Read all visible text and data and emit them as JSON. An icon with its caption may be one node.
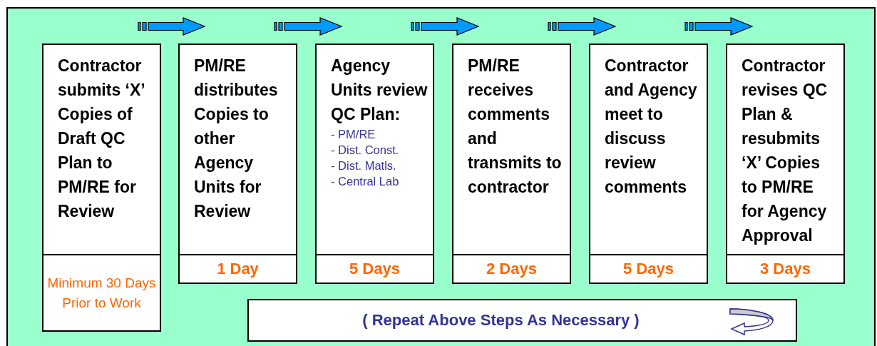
{
  "diagram": {
    "nodes": [
      {
        "text": [
          "Contractor submits ‘X’ Copies of Draft QC Plan to PM/RE for Review"
        ]
      },
      {
        "text": [
          "Minimum 30 Days Prior to Work"
        ]
      },
      {
        "text": [
          "PM/RE distributes Copies to other Agency Units for Review"
        ]
      },
      {
        "text": [
          "1 Day"
        ]
      },
      {
        "text": [
          "Agency Units review QC Plan:",
          "- PM/RE",
          "- Dist. Const.",
          "- Dist. Matls.",
          "- Central Lab"
        ]
      },
      {
        "text": [
          "5 Days"
        ]
      },
      {
        "text": [
          "PM/RE receives comments and transmits to contractor"
        ]
      },
      {
        "text": [
          "2 Days"
        ]
      },
      {
        "text": [
          "Contractor and Agency meet to discuss review comments"
        ]
      },
      {
        "text": [
          "5 Days"
        ]
      },
      {
        "text": [
          "Contractor revises QC Plan & resubmits ‘X’ Copies to PM/RE for Agency Approval"
        ]
      },
      {
        "text": [
          "3 Days"
        ]
      },
      {
        "text": [
          "( Repeat Above Steps As Necessary )"
        ]
      }
    ],
    "edges": [
      {
        "from": 0,
        "to": 2,
        "arrow": "to"
      },
      {
        "from": 2,
        "to": 4,
        "arrow": "to"
      },
      {
        "from": 4,
        "to": 6,
        "arrow": "to"
      },
      {
        "from": 6,
        "to": 8,
        "arrow": "to"
      },
      {
        "from": 8,
        "to": 10,
        "arrow": "to"
      }
    ]
  }
}
